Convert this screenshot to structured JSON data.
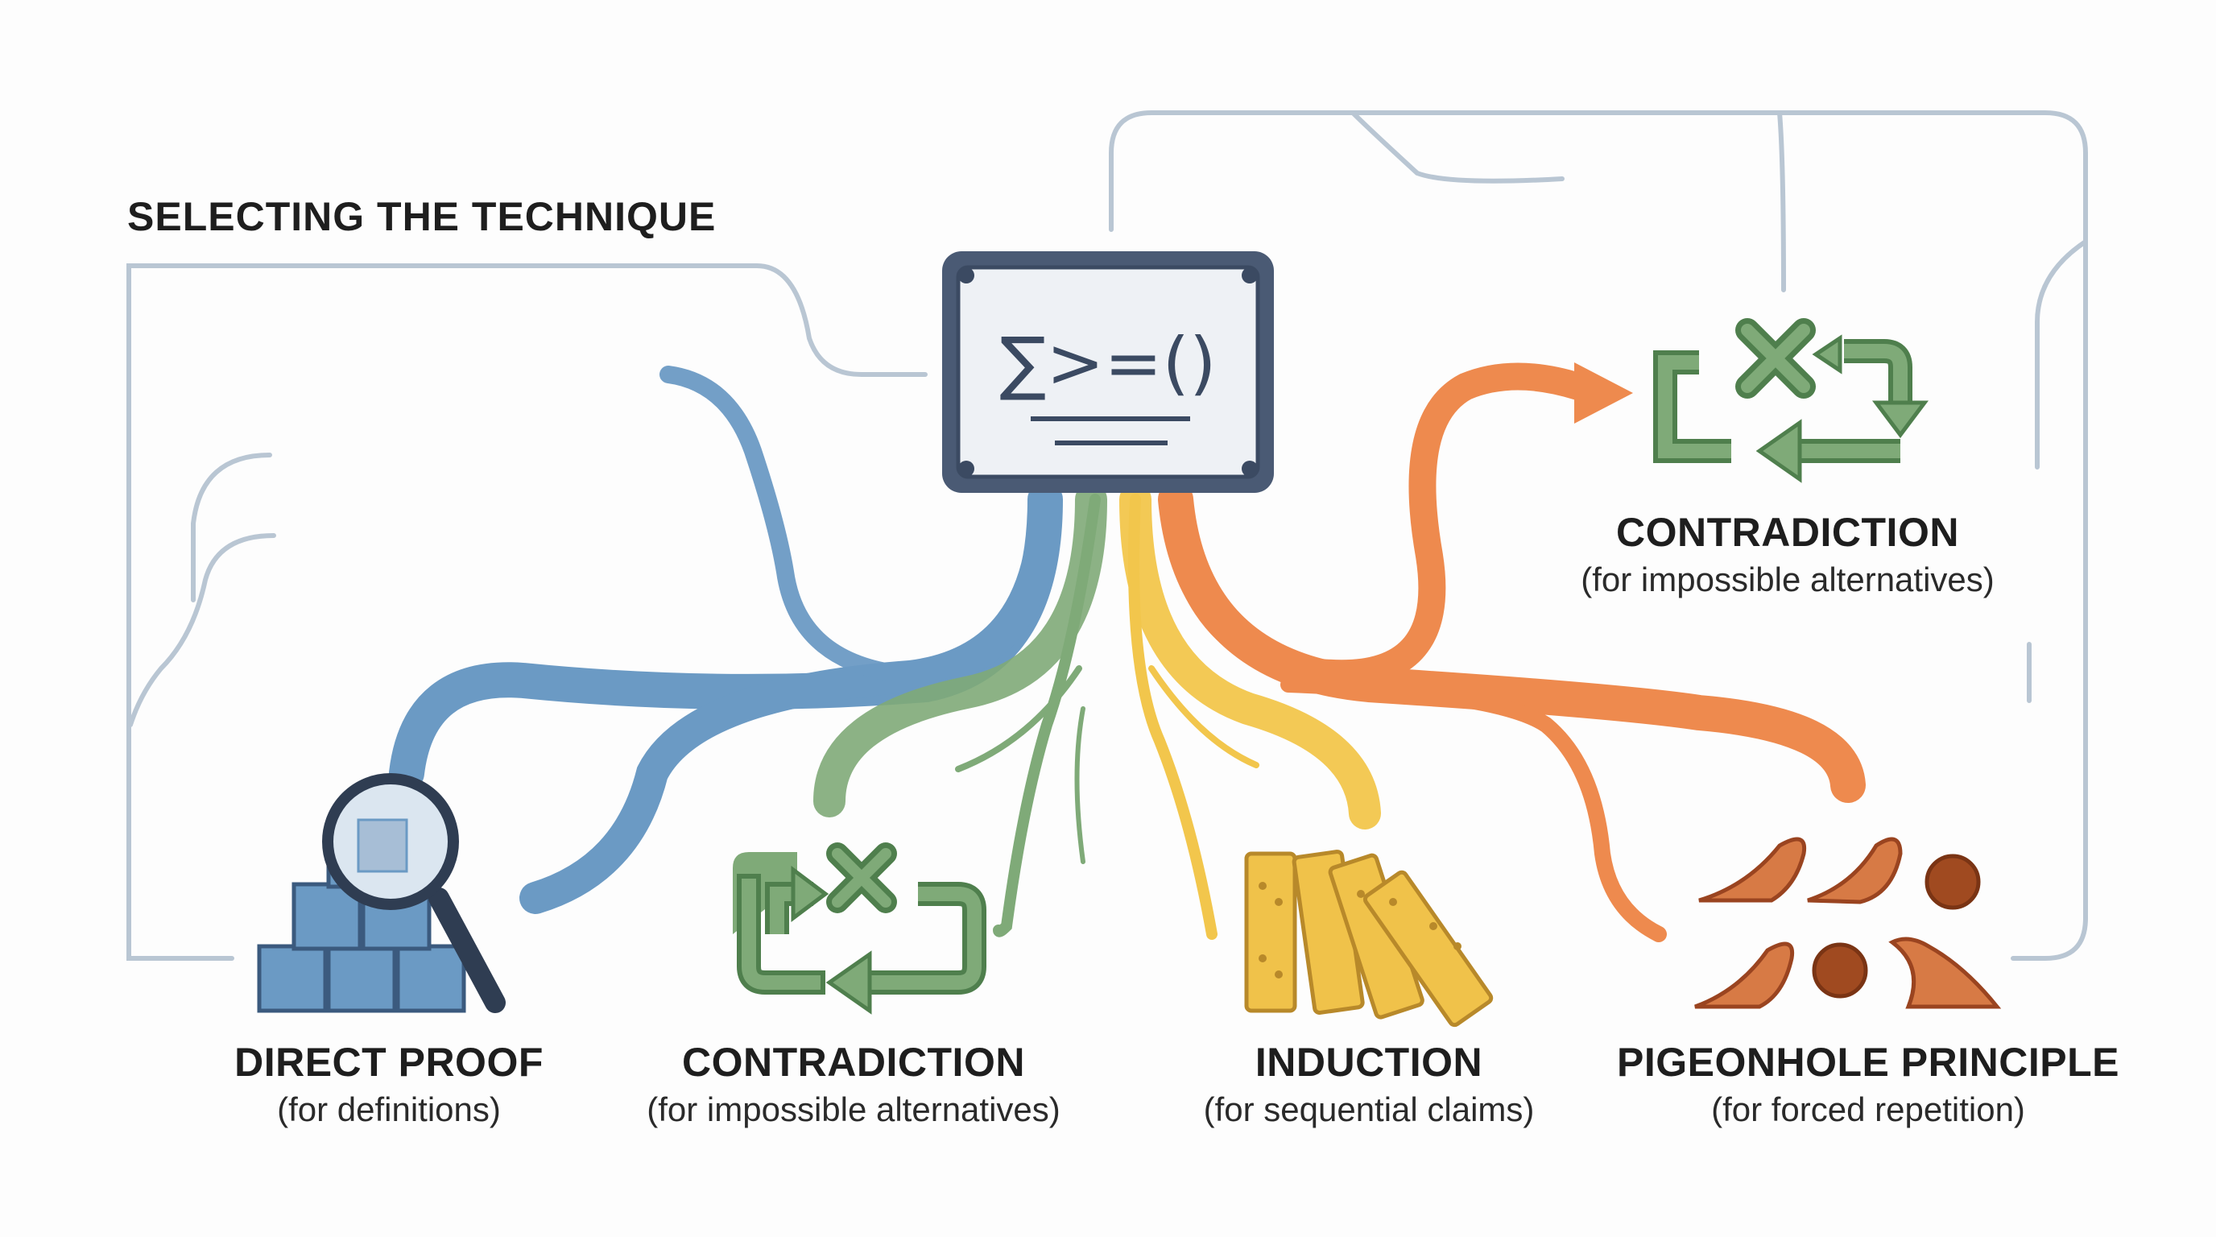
{
  "title": "SELECTING THE TECHNIQUE",
  "center_board": {
    "formula": "∑>=()"
  },
  "techniques": [
    {
      "name": "DIRECT PROOF",
      "note": "(for definitions)",
      "color": "#6b9ac4",
      "icon": "magnifier-blocks-icon"
    },
    {
      "name": "CONTRADICTION",
      "note": "(for impossible alternatives)",
      "color": "#7faa78",
      "icon": "cross-cycle-icon"
    },
    {
      "name": "INDUCTION",
      "note": "(for sequential claims)",
      "color": "#f2c64c",
      "icon": "dominoes-icon"
    },
    {
      "name": "PIGEONHOLE PRINCIPLE",
      "note": "(for forced repetition)",
      "color": "#ee8a4e",
      "icon": "birds-holes-icon"
    }
  ],
  "contradiction_top": {
    "name": "CONTRADICTION",
    "note": "(for impossible alternatives)",
    "icon": "cross-cycle-icon"
  },
  "colors": {
    "blue": "#6b9ac4",
    "green": "#7faa78",
    "yellow": "#f2c64c",
    "orange": "#ee8a4e",
    "board": "#4a5a74",
    "line": "#b9c6d3"
  }
}
